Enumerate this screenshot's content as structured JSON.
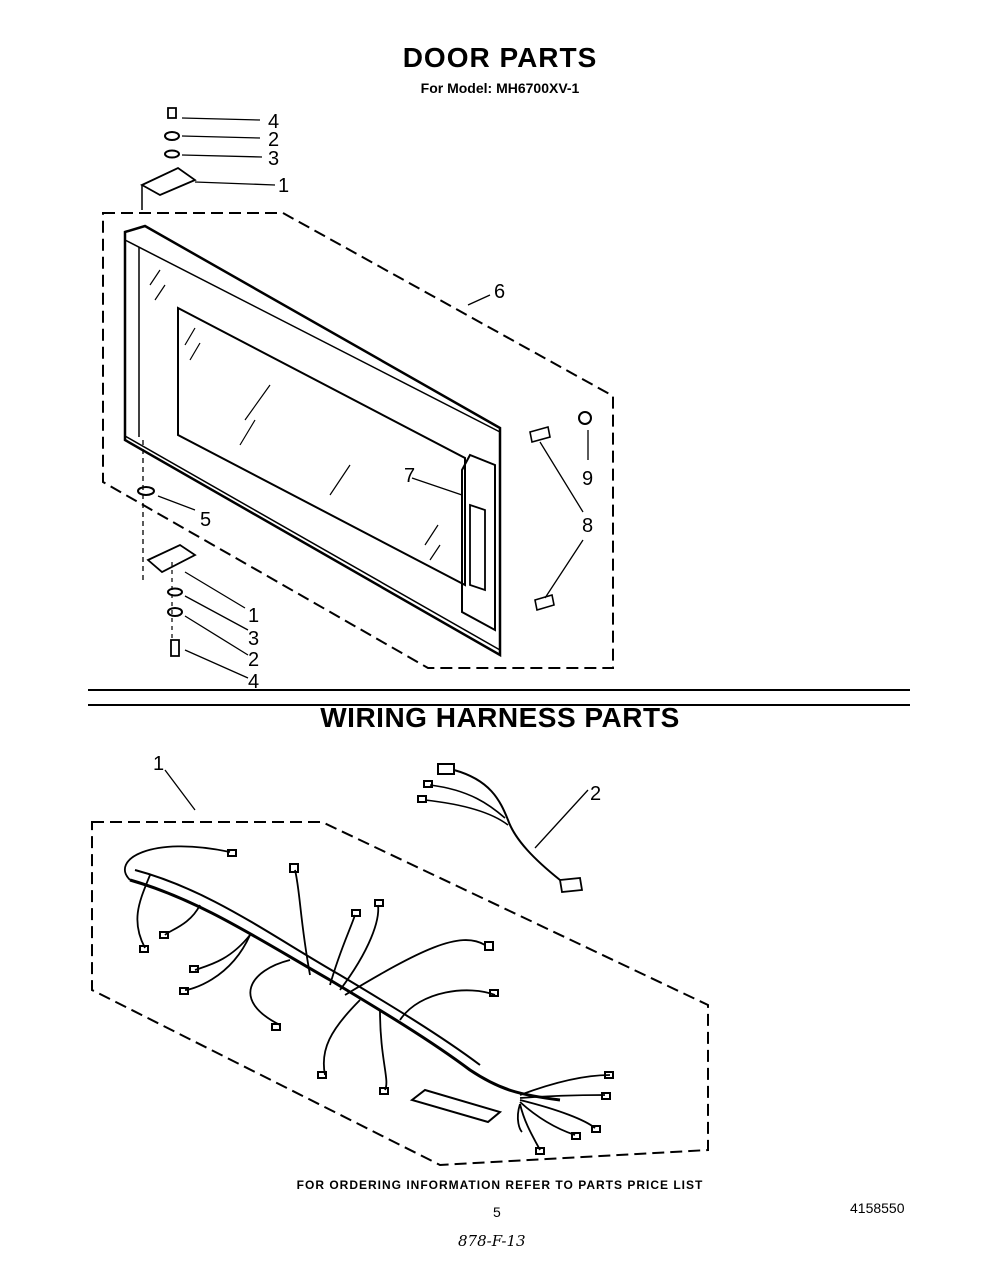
{
  "door_section": {
    "title": "DOOR PARTS",
    "model_line": "For Model: MH6700XV-1",
    "callouts": {
      "top_hinge": [
        "4",
        "2",
        "3",
        "1"
      ],
      "bottom_hinge": [
        "1",
        "3",
        "2",
        "4"
      ],
      "door": "6",
      "choke": "7",
      "screw": "8",
      "latch": "9",
      "spacer": "5"
    }
  },
  "wiring_section": {
    "title": "WIRING HARNESS PARTS",
    "callouts": {
      "main_harness": "1",
      "small_harness": "2"
    }
  },
  "footer": {
    "ordering_note": "FOR ORDERING INFORMATION REFER TO PARTS PRICE LIST",
    "page_number": "5",
    "document_number": "4158550",
    "handwritten_note": "878-F-13"
  }
}
